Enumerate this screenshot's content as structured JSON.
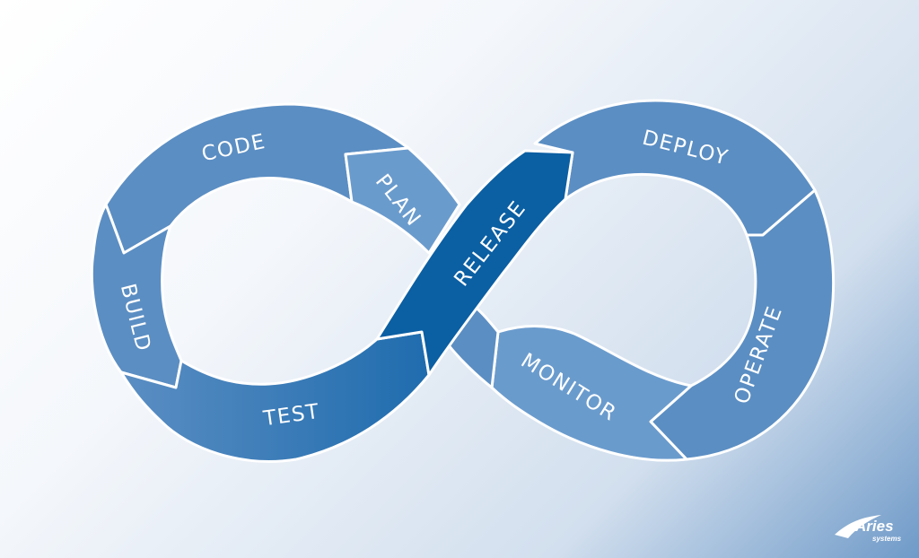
{
  "diagram": {
    "stages": [
      {
        "id": "code",
        "label": "CODE"
      },
      {
        "id": "plan",
        "label": "PLAN"
      },
      {
        "id": "build",
        "label": "BUILD"
      },
      {
        "id": "test",
        "label": "TEST"
      },
      {
        "id": "release",
        "label": "RELEASE"
      },
      {
        "id": "deploy",
        "label": "DEPLOY"
      },
      {
        "id": "operate",
        "label": "OPERATE"
      },
      {
        "id": "monitor",
        "label": "MONITOR"
      }
    ]
  },
  "logo": {
    "name": "Aries",
    "tagline": "systems"
  },
  "colors": {
    "segment": "#5b8ec3",
    "segment_light": "#6a9bcd",
    "release": "#0b5fa3",
    "outline": "#ffffff"
  }
}
